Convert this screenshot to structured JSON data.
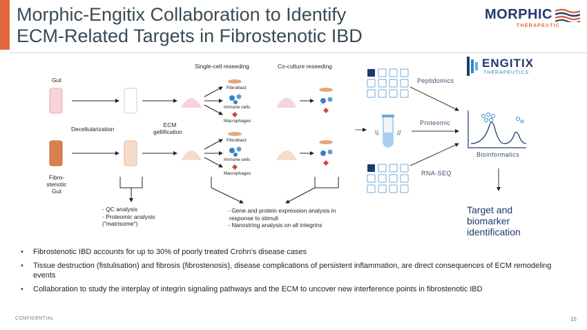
{
  "header": {
    "title_line1": "Morphic-Engitix Collaboration to Identify",
    "title_line2": "ECM-Related Targets in Fibrostenotic IBD"
  },
  "logos": {
    "morphic_word": "MORPHIC",
    "morphic_sub": "THERAPEUTIC",
    "engitix_word": "ENGITIX",
    "engitix_sub": "THERAPEUTICS"
  },
  "diagram": {
    "gut_label": "Gut",
    "fibro_label_1": "Fibro-",
    "fibro_label_2": "stenotic",
    "fibro_label_3": "Gut",
    "decell_label": "Decellularization",
    "ecm_label_1": "ECM",
    "ecm_label_2": "gellification",
    "single_cell": "Single-cell reseeding",
    "coculture": "Co-culture reseeding",
    "fibroblast": "Fibroblast",
    "immune": "Immune cells",
    "macrophages": "Macrophages",
    "qc_1": "- QC analysis",
    "qc_2": "- Proteomic analysis",
    "qc_3": "(\"matrisome\")",
    "gene_1": "- Gene and protein expression analysis in",
    "gene_2": "response to stimuli",
    "gene_3": "- Nanostring analysis on all integrins",
    "peptidomics": "Peptidomics",
    "proteomic": "Proteomic",
    "rnaseq": "RNA-SEQ",
    "bioinformatics": "Bioinformatics",
    "target_1": "Target and",
    "target_2": "biomarker",
    "target_3": "identification"
  },
  "bullets": [
    "Fibrostenotic IBD accounts for up to 30% of poorly treated Crohn’s disease cases",
    "Tissue destruction (fistulisation) and fibrosis (fibrostenosis), disease complications of persistent inflammation, are direct consequences of ECM remodeling events",
    "Collaboration to study the interplay of integrin signaling pathways and the ECM to uncover new interference points in fibrostenotic IBD"
  ],
  "footer": {
    "confidential": "CONFIDENTIAL",
    "page_number": "15"
  },
  "colors": {
    "accent": "#e2653b",
    "navy": "#1f3a6e",
    "light_blue": "#2d89c9"
  }
}
